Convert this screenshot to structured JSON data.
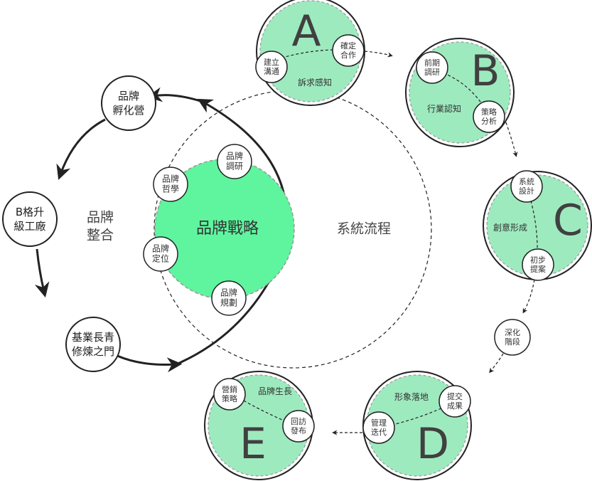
{
  "colors": {
    "fill": "#9eeabf",
    "core": "#5ef59e",
    "stroke": "#222222",
    "dash": "#999999"
  },
  "core": {
    "title": "品牌戰略",
    "satellites": [
      "品牌\n調研",
      "品牌\n哲學",
      "品牌\n定位",
      "品牌\n規劃"
    ]
  },
  "left_ring": {
    "center_label": "品牌\n整合",
    "nodes": [
      "品牌\n孵化營",
      "B格升\n級工廠",
      "基業長青\n修煉之門"
    ]
  },
  "process": {
    "label": "系統流程",
    "stages": [
      {
        "letter": "A",
        "title": "訴求感知",
        "subs": [
          "建立\n溝通",
          "確定\n合作"
        ]
      },
      {
        "letter": "B",
        "title": "行業認知",
        "subs": [
          "前期\n調研",
          "策略\n分析"
        ]
      },
      {
        "letter": "C",
        "title": "創意形成",
        "subs": [
          "系統\n設計",
          "初步\n提案"
        ]
      },
      {
        "letter": "D",
        "title": "形象落地",
        "subs": [
          "提交\n成果",
          "管理\n迭代"
        ]
      },
      {
        "letter": "E",
        "title": "品牌生長",
        "subs": [
          "營銷\n策略",
          "回訪\n發布"
        ]
      }
    ],
    "interstage": "深化\n階段"
  }
}
